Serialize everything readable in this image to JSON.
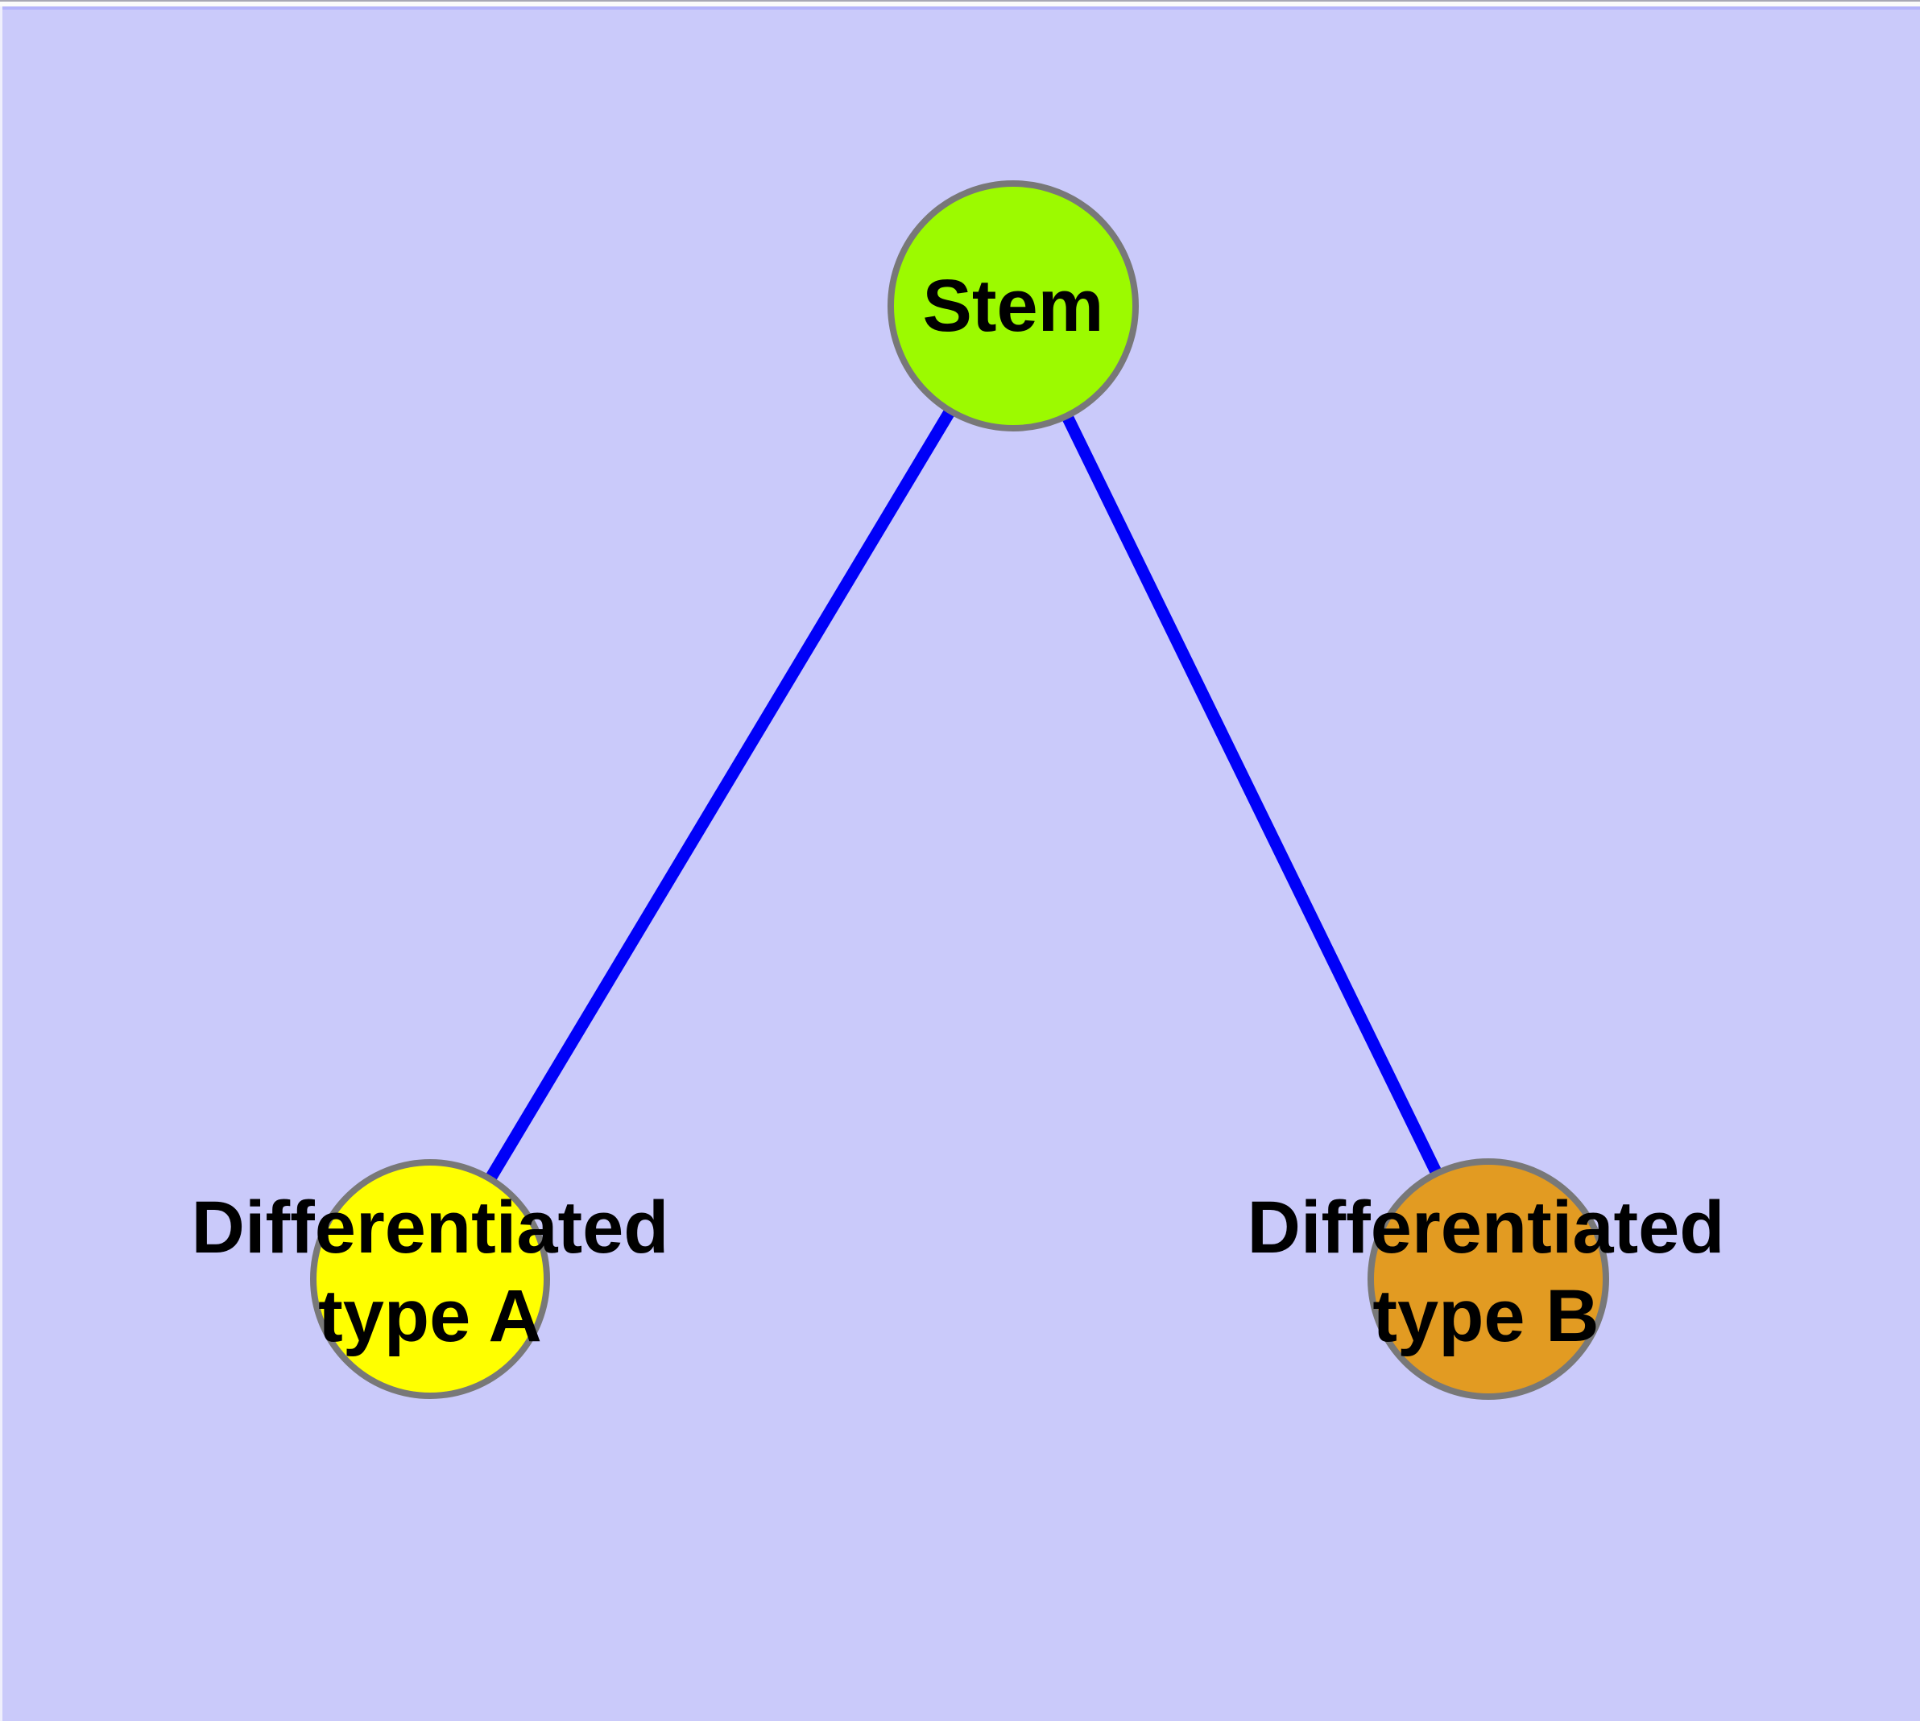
{
  "canvas": {
    "background": "#CACAFA",
    "top_strip_color": "#FBFBFB",
    "top_accent_color": "#B4B4FB",
    "left_edge_color": "#EFEFFC",
    "hairline_color": "#A8A8B4"
  },
  "diagram": {
    "type": "node-link-graph",
    "edge_color": "#0000F8",
    "node_border_color": "#787878",
    "label_color": "#000000",
    "nodes": [
      {
        "id": "stem",
        "label_lines": [
          "Stem"
        ],
        "color": "#9CFA00"
      },
      {
        "id": "typeA",
        "label_lines": [
          "Differentiated",
          "type A"
        ],
        "color": "#FFFF00"
      },
      {
        "id": "typeB",
        "label_lines": [
          "Differentiated",
          "type B"
        ],
        "color": "#E29B22"
      }
    ],
    "edges": [
      {
        "from": "Stem",
        "to": "Differentiated type A"
      },
      {
        "from": "Stem",
        "to": "Differentiated type B"
      }
    ]
  }
}
